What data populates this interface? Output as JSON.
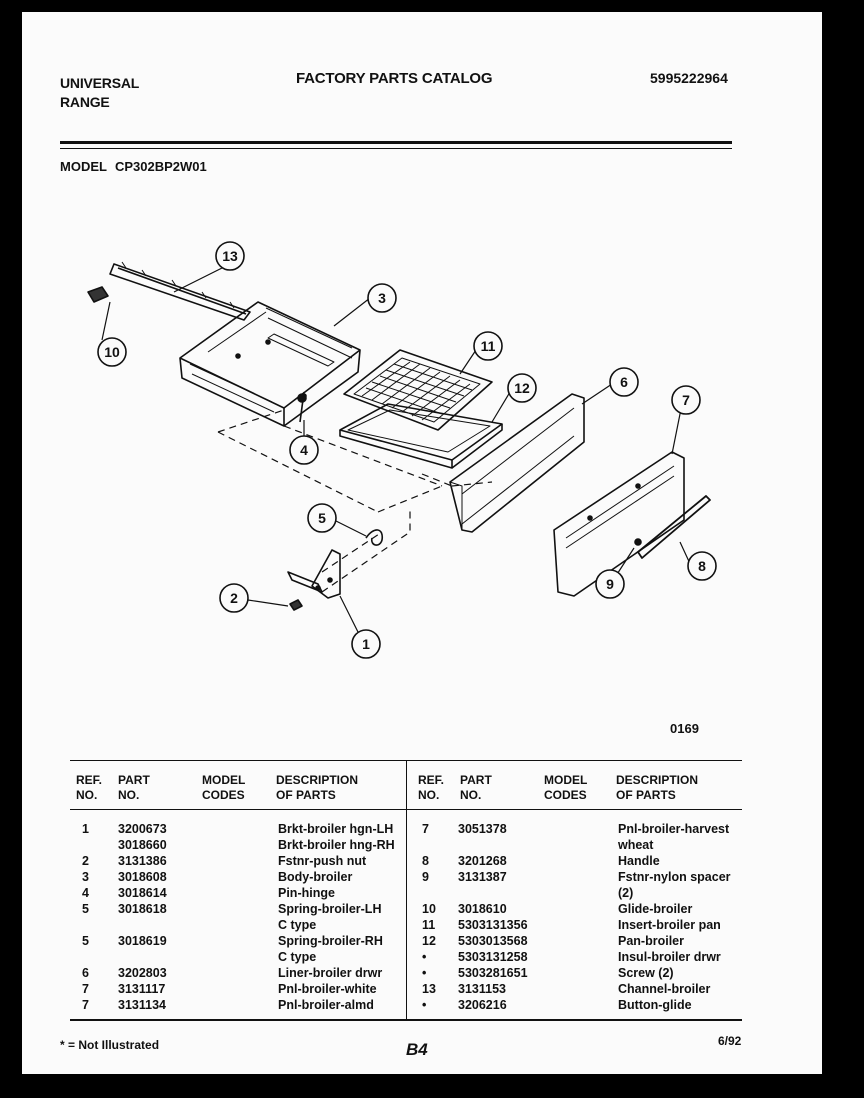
{
  "header": {
    "brand_line1": "UNIVERSAL",
    "brand_line2": "RANGE",
    "catalog_title": "FACTORY PARTS CATALOG",
    "catalog_number": "5995222964"
  },
  "model": {
    "label": "MODEL",
    "number": "CP302BP2W01"
  },
  "diagram": {
    "figure_code": "0169",
    "callouts": [
      "1",
      "2",
      "3",
      "4",
      "5",
      "6",
      "7",
      "8",
      "9",
      "10",
      "11",
      "12",
      "13"
    ]
  },
  "table": {
    "headers": {
      "ref": [
        "REF.",
        "NO."
      ],
      "part": [
        "PART",
        "NO."
      ],
      "model": [
        "MODEL",
        "CODES"
      ],
      "desc": [
        "DESCRIPTION",
        "OF PARTS"
      ]
    },
    "left_rows": [
      {
        "ref": "1",
        "part": "3200673",
        "desc": "Brkt-broiler hgn-LH"
      },
      {
        "ref": "",
        "part": "3018660",
        "desc": "Brkt-broiler hng-RH"
      },
      {
        "ref": "2",
        "part": "3131386",
        "desc": "Fstnr-push nut"
      },
      {
        "ref": "3",
        "part": "3018608",
        "desc": "Body-broiler"
      },
      {
        "ref": "4",
        "part": "3018614",
        "desc": "Pin-hinge"
      },
      {
        "ref": "5",
        "part": "3018618",
        "desc": "Spring-broiler-LH"
      },
      {
        "ref": "",
        "part": "",
        "desc": "C type"
      },
      {
        "ref": "5",
        "part": "3018619",
        "desc": "Spring-broiler-RH"
      },
      {
        "ref": "",
        "part": "",
        "desc": "C type"
      },
      {
        "ref": "6",
        "part": "3202803",
        "desc": "Liner-broiler drwr"
      },
      {
        "ref": "7",
        "part": "3131117",
        "desc": "Pnl-broiler-white"
      },
      {
        "ref": "7",
        "part": "3131134",
        "desc": "Pnl-broiler-almd"
      }
    ],
    "right_rows": [
      {
        "ref": "7",
        "part": "3051378",
        "desc": "Pnl-broiler-harvest"
      },
      {
        "ref": "",
        "part": "",
        "desc": "wheat"
      },
      {
        "ref": "8",
        "part": "3201268",
        "desc": "Handle"
      },
      {
        "ref": "9",
        "part": "3131387",
        "desc": "Fstnr-nylon spacer"
      },
      {
        "ref": "",
        "part": "",
        "desc": "(2)"
      },
      {
        "ref": "10",
        "part": "3018610",
        "desc": "Glide-broiler"
      },
      {
        "ref": "11",
        "part": "5303131356",
        "desc": "Insert-broiler pan"
      },
      {
        "ref": "12",
        "part": "5303013568",
        "desc": "Pan-broiler"
      },
      {
        "ref": "•",
        "part": "5303131258",
        "desc": "Insul-broiler drwr"
      },
      {
        "ref": "•",
        "part": "5303281651",
        "desc": "Screw (2)"
      },
      {
        "ref": "13",
        "part": "3131153",
        "desc": "Channel-broiler"
      },
      {
        "ref": "•",
        "part": "3206216",
        "desc": "Button-glide"
      }
    ]
  },
  "footer": {
    "note": "* = Not Illustrated",
    "page": "B4",
    "date": "6/92"
  }
}
